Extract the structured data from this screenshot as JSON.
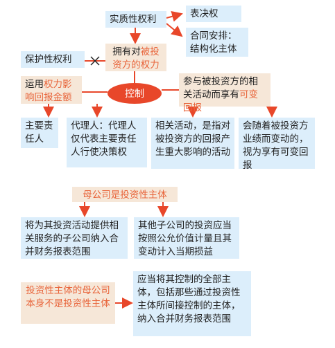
{
  "diagram": {
    "substantive_rights": "实质性权利",
    "voting_rights": "表决权",
    "contract_arrangement": "合同安排：结构化主体",
    "protective_rights": "保护性权利",
    "power": {
      "prefix": "拥有对",
      "highlight": "被投资方的权力"
    },
    "control": "控制",
    "use_power": {
      "prefix": "运用",
      "highlight": "权力影响回报金额"
    },
    "variable_return": {
      "prefix": "参与被投资方的相关活动而享有",
      "highlight": "可变回报"
    },
    "principal": "主要责任人",
    "agent": "代理人：代理人仅代表主要责任人行使决策权",
    "relevant_activities": "相关活动，是指对被投资方的回报产生重大影响的活动",
    "return_fluctuation": "会随着被投资方业绩而变动的，视为享有可变回报",
    "parent_invest_entity": "母公司是投资性主体",
    "service_sub": "将为其投资活动提供相关服务的子公司纳入合并财务报表范围",
    "other_sub": "其他子公司的投资应当按照公允价值计量且其变动计入当期损益",
    "parent_not_entity": "投资性主体的母公司本身不是投资性主体",
    "consolidate_all": "应当将其控制的全部主体，包括那些通过投资性主体所间接控制的主体，纳入合并财务报表范围"
  }
}
